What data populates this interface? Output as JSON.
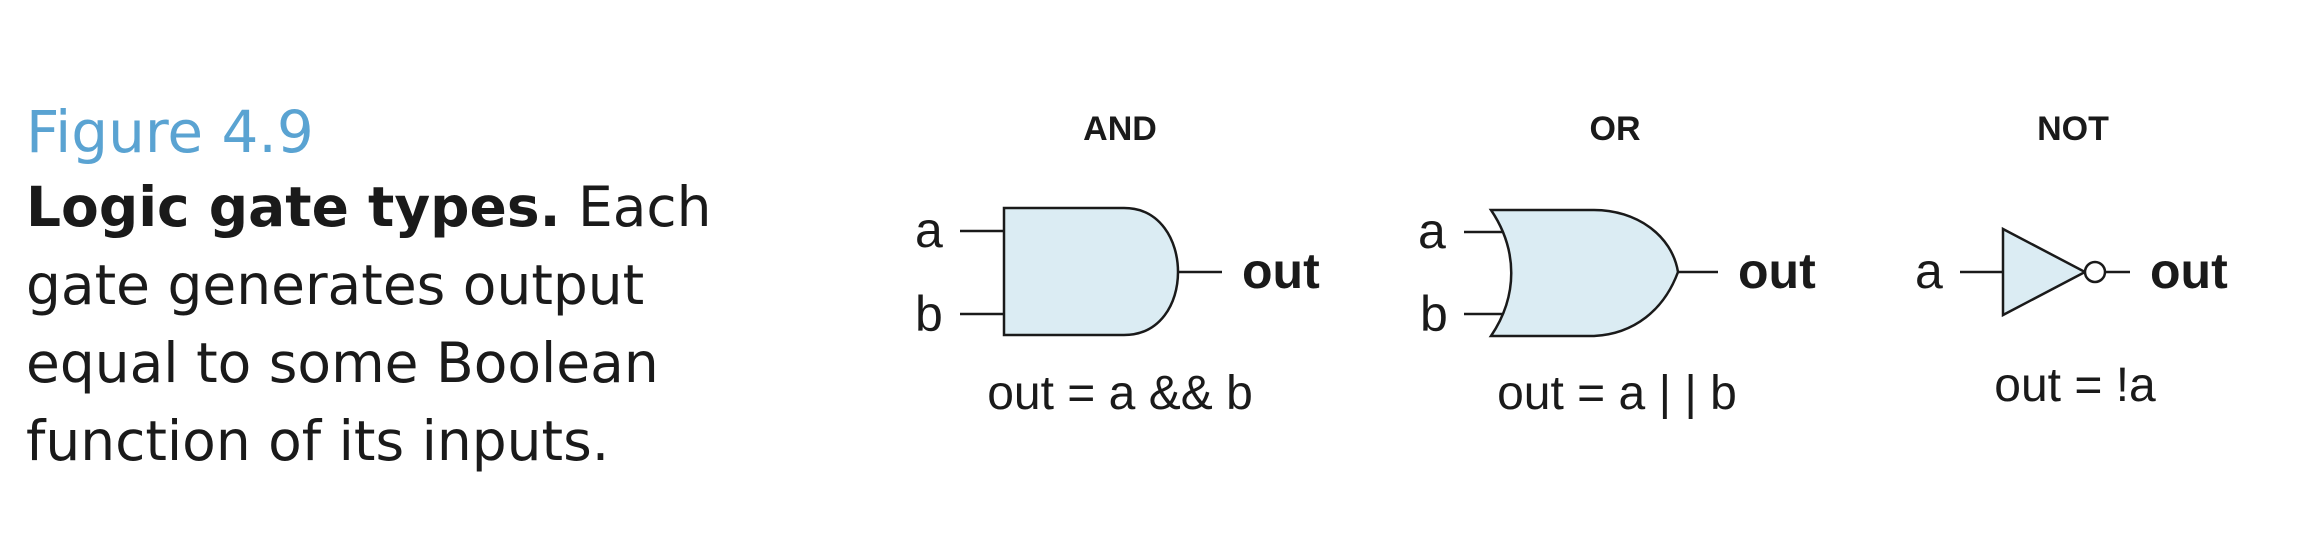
{
  "figure": {
    "number": "Figure 4.9",
    "title": "Logic gate types.",
    "description": "Each gate generates output equal to some Boolean function of its inputs."
  },
  "gates": [
    {
      "title": "AND",
      "inputs": [
        "a",
        "b"
      ],
      "output": "out",
      "equation": "out = a && b"
    },
    {
      "title": "OR",
      "inputs": [
        "a",
        "b"
      ],
      "output": "out",
      "equation": "out = a | | b"
    },
    {
      "title": "NOT",
      "inputs": [
        "a"
      ],
      "output": "out",
      "equation": "out = !a"
    }
  ],
  "colors": {
    "gate_fill": "#dbecf3",
    "figure_number": "#5aa3d2",
    "ink": "#1a1a1a"
  }
}
